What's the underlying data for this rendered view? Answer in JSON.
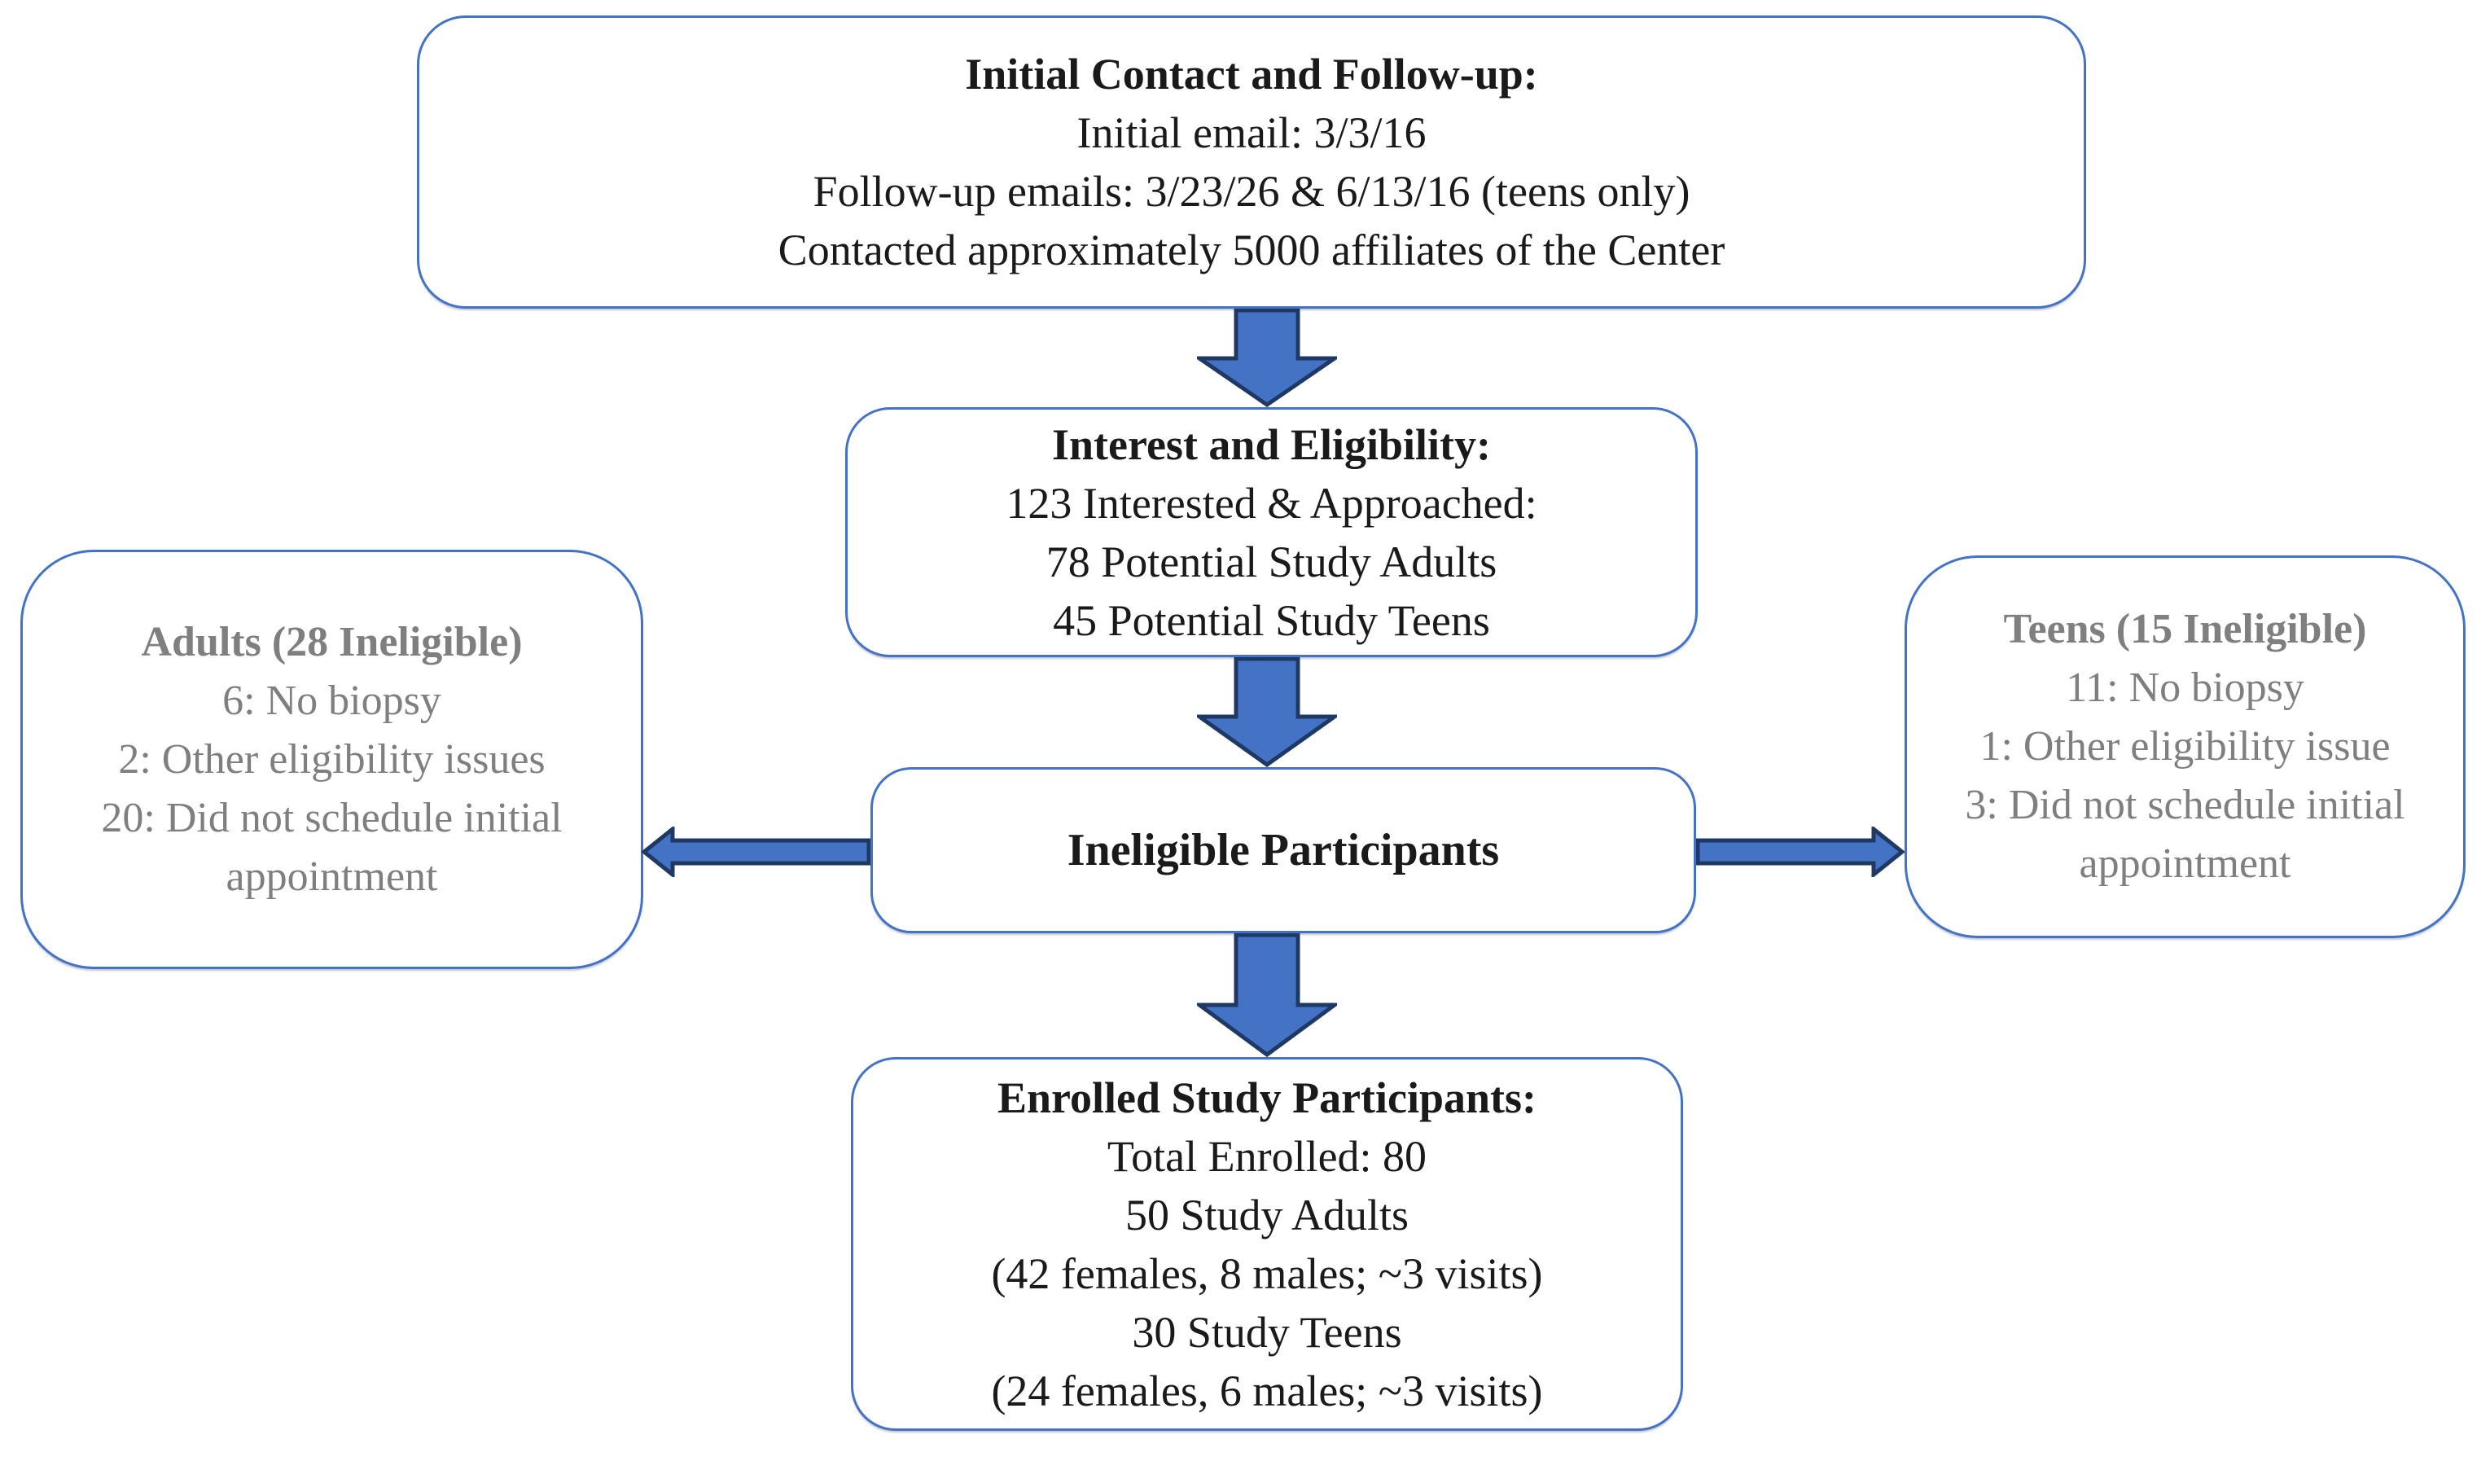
{
  "diagram": {
    "type": "flowchart",
    "boxes": {
      "initial_contact": {
        "title": "Initial Contact and Follow-up:",
        "lines": [
          "Initial email: 3/3/16",
          "Follow-up emails: 3/23/26 & 6/13/16 (teens only)",
          "Contacted approximately 5000 affiliates of the Center"
        ]
      },
      "interest_eligibility": {
        "title": "Interest and Eligibility:",
        "lines": [
          "123 Interested & Approached:",
          "78 Potential Study Adults",
          "45 Potential Study Teens"
        ]
      },
      "ineligible": {
        "title": "Ineligible Participants"
      },
      "enrolled": {
        "title": "Enrolled Study Participants:",
        "lines": [
          "Total Enrolled: 80",
          "50 Study Adults",
          "(42 females, 8 males; ~3 visits)",
          "30 Study Teens",
          "(24 females, 6 males; ~3 visits)"
        ]
      },
      "adults_ineligible": {
        "title": "Adults (28 Ineligible)",
        "lines": [
          "6: No biopsy",
          "2: Other eligibility issues",
          "20: Did not schedule initial appointment"
        ]
      },
      "teens_ineligible": {
        "title": "Teens (15 Ineligible)",
        "lines": [
          "11: No biopsy",
          "1: Other eligibility issue",
          "3: Did not schedule initial appointment"
        ]
      }
    },
    "colors": {
      "box_border": "#4472C4",
      "arrow_fill": "#4472C4",
      "arrow_outline": "#1F3864",
      "text_primary": "#1A1A1A",
      "text_muted": "#7F7F7F",
      "background": "#FFFFFF"
    }
  }
}
